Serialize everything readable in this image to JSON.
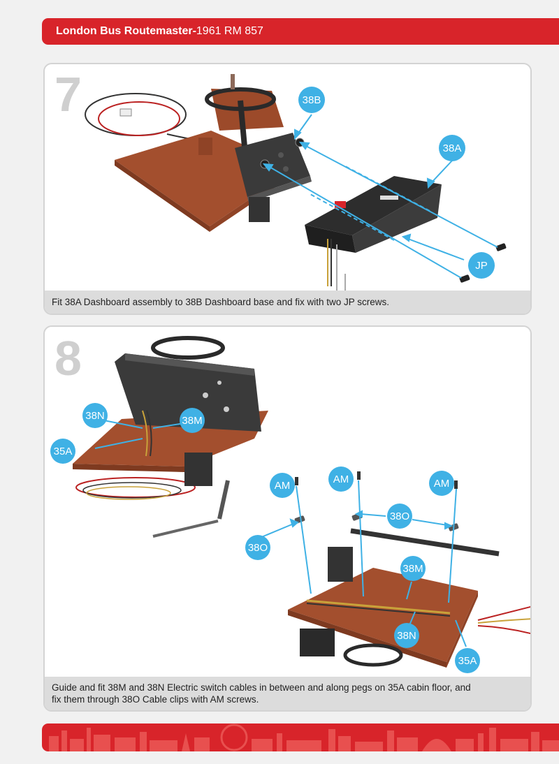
{
  "header": {
    "title_bold": "London Bus Routemaster-",
    "title_rest": "1961 RM 857"
  },
  "step7": {
    "number": "7",
    "labels": {
      "b38": "38B",
      "a38": "38A",
      "jp": "JP"
    },
    "caption": "Fit 38A Dashboard assembly to 38B Dashboard base and fix with two JP screws."
  },
  "step8": {
    "number": "8",
    "labels": {
      "n38": "38N",
      "m38": "38M",
      "a35": "35A",
      "am1": "AM",
      "am2": "AM",
      "am3": "AM",
      "o38_left": "38O",
      "o38_mid": "38O",
      "m38_b": "38M",
      "n38_b": "38N",
      "a35_b": "35A"
    },
    "caption_line1": "Guide and fit 38M and 38N Electric switch cables in between and along pegs on 35A cabin floor, and",
    "caption_line2": "fix them through 38O Cable clips with AM screws."
  },
  "colors": {
    "brand_red": "#d8242a",
    "callout_blue": "#3fb1e5",
    "floor_brown": "#a34f2e"
  }
}
